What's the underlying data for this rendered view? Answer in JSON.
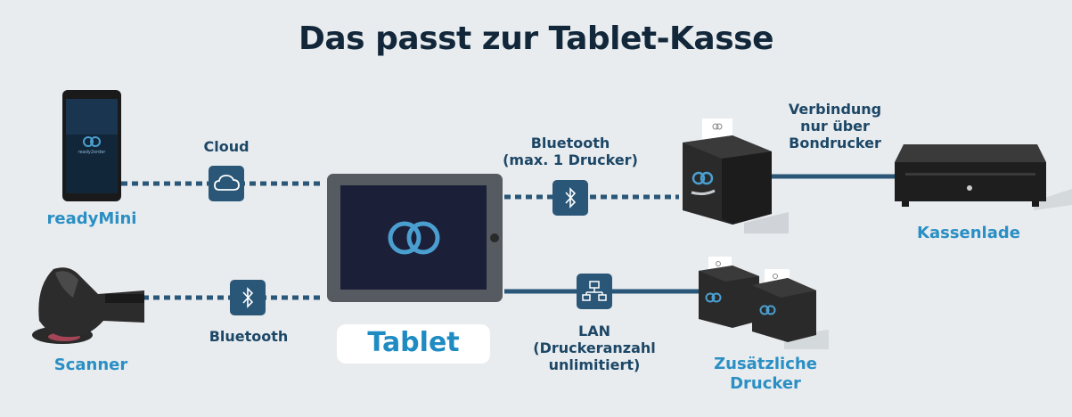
{
  "title": "Das passt zur Tablet-Kasse",
  "labels": {
    "cloud": "Cloud",
    "ready_mini": "readyMini",
    "scanner": "Scanner",
    "bluetooth_scanner": "Bluetooth",
    "tablet": "Tablet",
    "bluetooth_printer": "Bluetooth\n(max. 1 Drucker)",
    "lan": "LAN\n(Druckeranzahl\nunlimitiert)",
    "verbindung": "Verbindung\nnur über\nBondrucker",
    "kassenlade": "Kassenlade",
    "zusaetzliche_drucker": "Zusätzliche\nDrucker"
  },
  "icons": {
    "cloud": "cloud-icon",
    "bluetooth": "bluetooth-icon",
    "lan": "network-icon",
    "logo": "ready2order-logo"
  },
  "device_text": {
    "phone_brand": "ready2order"
  },
  "colors": {
    "background": "#e8ecef",
    "title": "#12273a",
    "label_dark": "#1d4766",
    "label_blue": "#2a8fc4",
    "chip": "#2a5677",
    "line": "#2a5677",
    "device": "#1c1c1c",
    "accent_logo": "#4a9fd0"
  }
}
